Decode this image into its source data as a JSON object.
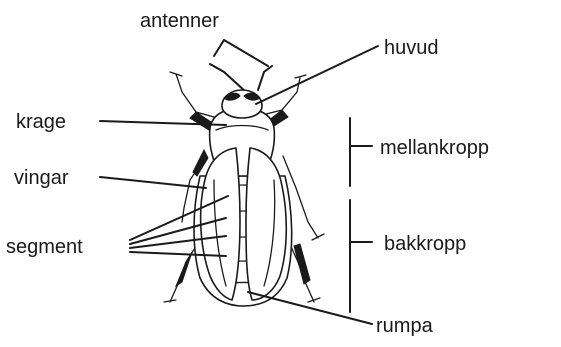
{
  "labels": {
    "antenner": "antenner",
    "huvud": "huvud",
    "krage": "krage",
    "vingar": "vingar",
    "segment": "segment",
    "mellankropp": "mellankropp",
    "bakkropp": "bakkropp",
    "rumpa": "rumpa"
  }
}
